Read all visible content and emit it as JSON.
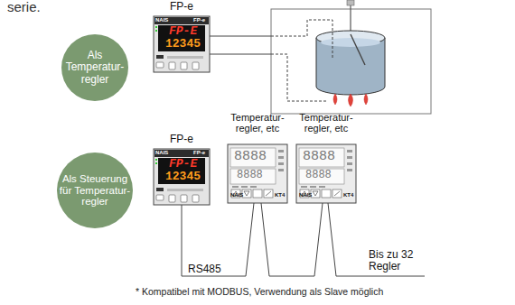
{
  "diagram": {
    "nodes": [
      {
        "text": [
          "Als Temperatur- regler"
        ]
      },
      {
        "text": [
          "FP-e"
        ]
      },
      {
        "text": [
          "Als Steuerung für Temperatur- regler"
        ]
      },
      {
        "text": [
          "FP-e"
        ]
      },
      {
        "text": [
          "Temperatur- regler, etc"
        ]
      },
      {
        "text": [
          "Temperatur- regler, etc"
        ]
      }
    ],
    "edges": [
      {
        "from": 3,
        "to": 4,
        "arrow": "none",
        "label": "RS485"
      },
      {
        "from": 4,
        "to": 5,
        "arrow": "none"
      }
    ],
    "labels": [
      "serie.",
      "NAIS",
      "FP-e",
      "FP-E",
      "12345",
      "NAIS",
      "FP-e",
      "FP-E",
      "12345",
      "8888",
      "8888",
      "NAIS",
      "KT4",
      "8888",
      "8888",
      "NAIS",
      "KT4",
      "Bis zu 32 Regler",
      "* Kompatibel mit MODBUS, Verwendung als Slave möglich"
    ]
  }
}
